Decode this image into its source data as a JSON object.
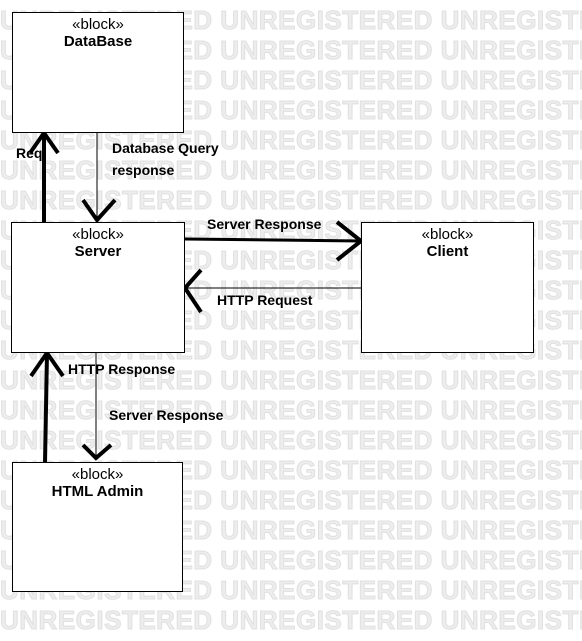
{
  "watermark": {
    "line_left": "UNREGISTERED UNREGISTERED UNREGISTERED",
    "line_right": "UNREGISTERED UNREGISTERED"
  },
  "blocks": {
    "database": {
      "stereotype": "«block»",
      "name": "DataBase"
    },
    "server": {
      "stereotype": "«block»",
      "name": "Server"
    },
    "client": {
      "stereotype": "«block»",
      "name": "Client"
    },
    "html_admin": {
      "stereotype": "«block»",
      "name": "HTML Admin"
    }
  },
  "labels": {
    "req": "Req",
    "database_query_1": "Database Query",
    "database_query_2": "response",
    "server_response_top": "Server Response",
    "http_request": "HTTP Request",
    "http_response": "HTTP Response",
    "server_response_bottom": "Server Response"
  },
  "colors": {
    "line": "#000000",
    "watermark": "#ededed",
    "background": "#ffffff"
  }
}
